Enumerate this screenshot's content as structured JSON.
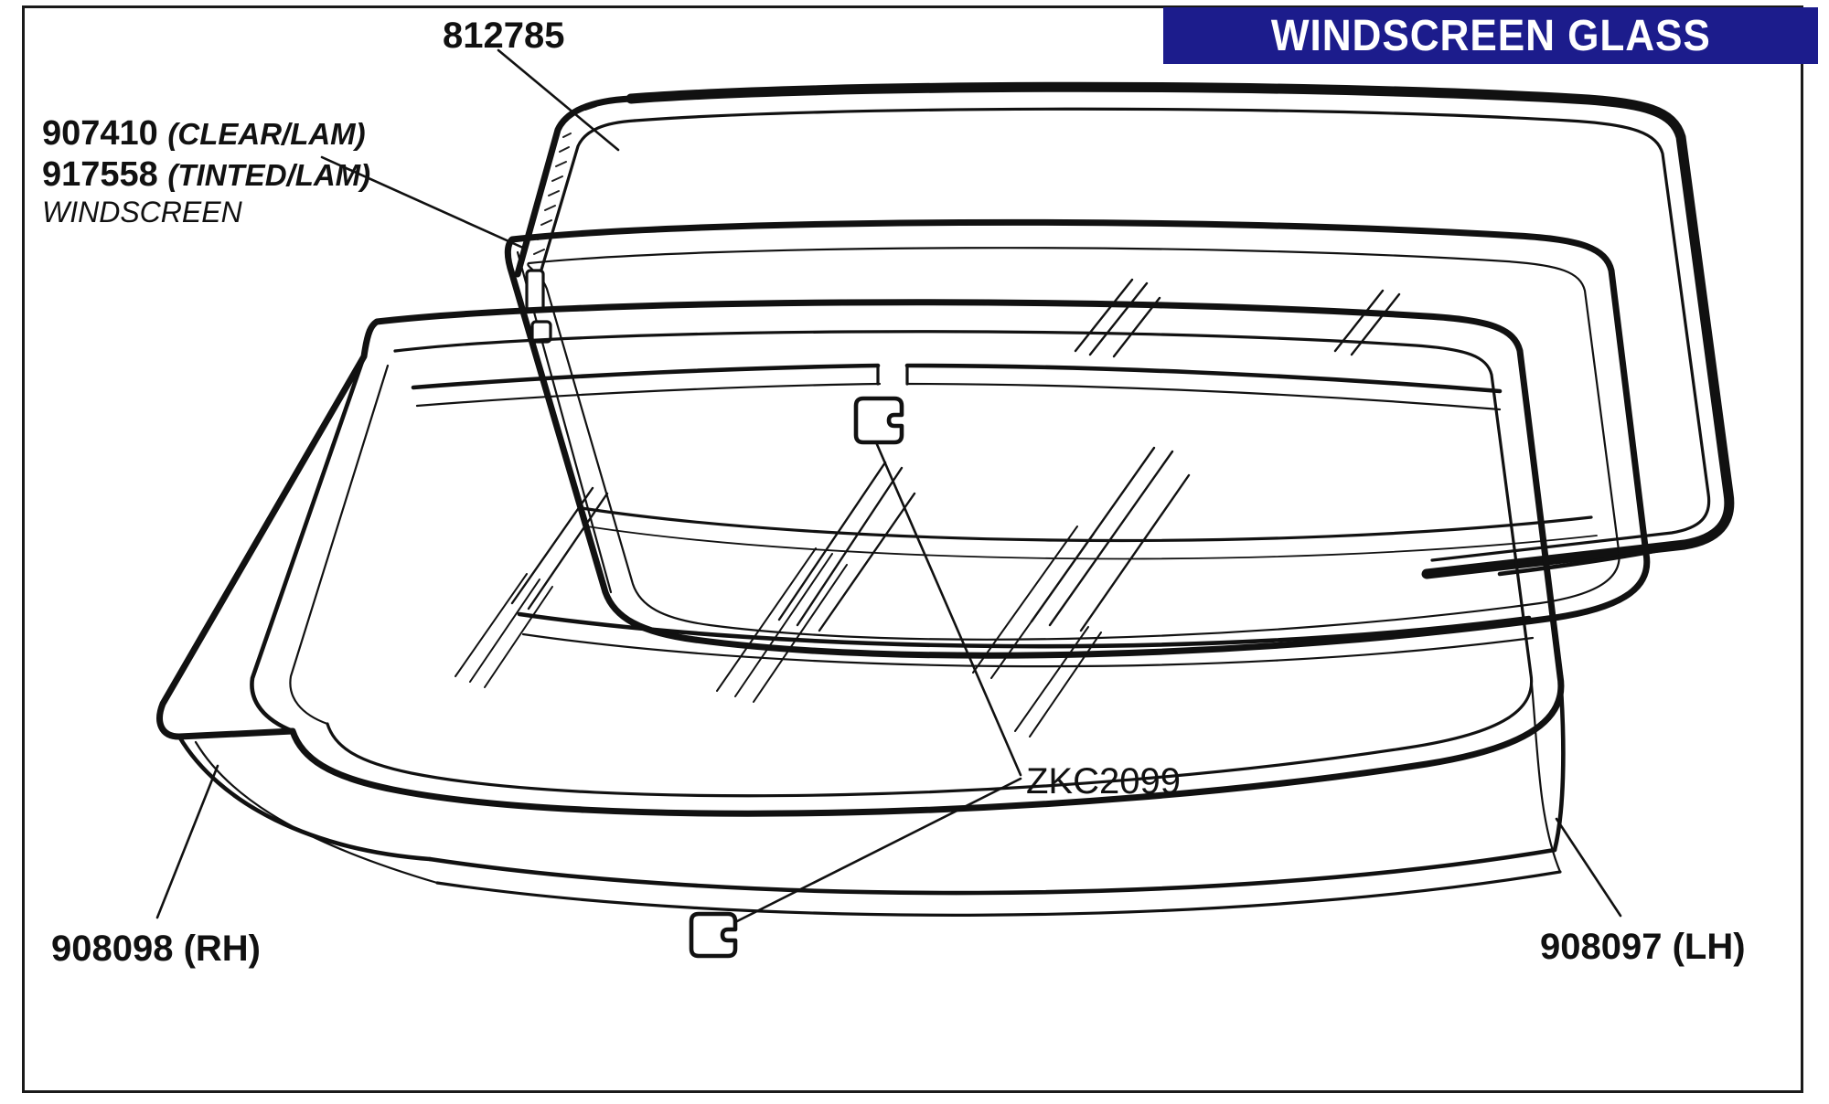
{
  "page": {
    "title_banner": {
      "text": "WINDSCREEN GLASS",
      "background_color": "#1c1c8c",
      "text_color": "#ffffff"
    },
    "frame_color": "#1a1a1a",
    "background_color": "#ffffff"
  },
  "labels": {
    "seal_top": {
      "part_number": "812785"
    },
    "windscreen_glass": {
      "line1_number": "907410",
      "line1_note": "(CLEAR/LAM)",
      "line2_number": "917558",
      "line2_note": "(TINTED/LAM)",
      "line3": "WINDSCREEN"
    },
    "clip": {
      "part_number": "ZKC2099"
    },
    "trim_rh": {
      "text": "908098 (RH)"
    },
    "trim_lh": {
      "text": "908097 (LH)"
    }
  },
  "drawing": {
    "description": "Exploded parts illustration of a car windscreen: three stacked trapezoidal windscreen outlines (rubber seal, glass, and bright trim surround) drawn in line art, with two small retaining clips and leader lines to each part number.",
    "line_color": "#111111",
    "components": [
      {
        "name": "windscreen-seal",
        "part": "812785"
      },
      {
        "name": "windscreen-glass-clear",
        "part": "907410"
      },
      {
        "name": "windscreen-glass-tinted",
        "part": "917558"
      },
      {
        "name": "trim-clip",
        "part": "ZKC2099",
        "count": 2
      },
      {
        "name": "trim-finisher-rh",
        "part": "908098"
      },
      {
        "name": "trim-finisher-lh",
        "part": "908097"
      }
    ]
  }
}
